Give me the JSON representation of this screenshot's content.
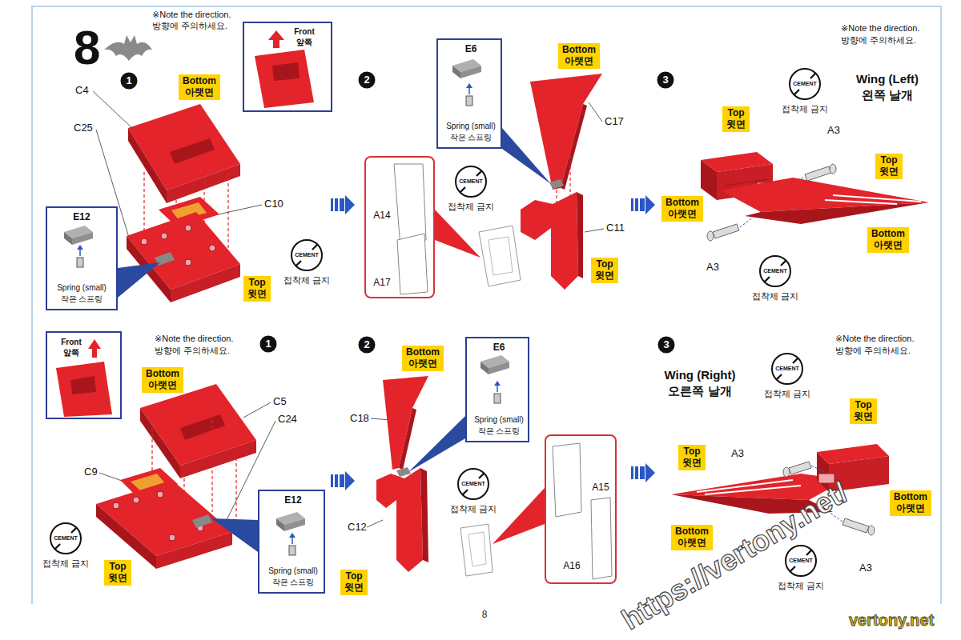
{
  "diagram": {
    "nodes": [
      {
        "text": [
          "Front",
          "앞쪽"
        ]
      },
      {
        "text": [
          "Bottom",
          "아랫면"
        ]
      },
      {
        "text": [
          "E12",
          "Spring (small)",
          "작은 스프링"
        ]
      },
      {
        "text": [
          "CEMENT",
          "접착제 금지"
        ]
      },
      {
        "text": [
          "Top",
          "윗면"
        ]
      },
      {
        "text": [
          "A14",
          "A17"
        ]
      },
      {
        "text": [
          "E6",
          "Spring (small)",
          "작은 스프링"
        ]
      },
      {
        "text": [
          "Bottom",
          "아랫면"
        ]
      },
      {
        "text": [
          "CEMENT",
          "접착제 금지"
        ]
      },
      {
        "text": [
          "Top",
          "윗면"
        ]
      },
      {
        "text": [
          "CEMENT",
          "접착제 금지"
        ]
      },
      {
        "text": [
          "Top",
          "윗면"
        ]
      },
      {
        "text": [
          "Top",
          "윗면"
        ]
      },
      {
        "text": [
          "Bottom",
          "아랫면"
        ]
      },
      {
        "text": [
          "Bottom",
          "아랫면"
        ]
      },
      {
        "text": [
          "CEMENT",
          "접착제 금지"
        ]
      },
      {
        "text": [
          "Front",
          "앞쪽"
        ]
      },
      {
        "text": [
          "Bottom",
          "아랫면"
        ]
      },
      {
        "text": [
          "CEMENT",
          "접착제 금지"
        ]
      },
      {
        "text": [
          "Top",
          "윗면"
        ]
      },
      {
        "text": [
          "E12",
          "Spring (small)",
          "작은 스프링"
        ]
      },
      {
        "text": [
          "Bottom",
          "아랫면"
        ]
      },
      {
        "text": [
          "E6",
          "Spring (small)",
          "작은 스프링"
        ]
      },
      {
        "text": [
          "CEMENT",
          "접착제 금지"
        ]
      },
      {
        "text": [
          "Top",
          "윗면"
        ]
      },
      {
        "text": [
          "A15",
          "A16"
        ]
      },
      {
        "text": [
          "CEMENT",
          "접착제 금지"
        ]
      },
      {
        "text": [
          "Top",
          "윗면"
        ]
      },
      {
        "text": [
          "Top",
          "윗면"
        ]
      },
      {
        "text": [
          "Bottom",
          "아랫면"
        ]
      },
      {
        "text": [
          "Bottom",
          "아랫면"
        ]
      },
      {
        "text": [
          "CEMENT",
          "접착제 금지"
        ]
      }
    ],
    "labels": [
      "8",
      "※Note the direction.",
      "방향에 주의하세요.",
      "1",
      "C4",
      "C25",
      "C10",
      "2",
      "C17",
      "C11",
      "3",
      "※Note the direction.",
      "방향에 주의하세요.",
      "Wing (Left)",
      "왼쪽 날개",
      "A3",
      "A3",
      "※Note the direction.",
      "방향에 주의하세요.",
      "1",
      "C5",
      "C24",
      "C9",
      "2",
      "C18",
      "C12",
      "3",
      "※Note the direction.",
      "방향에 주의하세요.",
      "Wing (Right)",
      "오른쪽 날개",
      "A3",
      "A3",
      "8",
      "https://vertony.net/",
      "vertony.net"
    ]
  }
}
